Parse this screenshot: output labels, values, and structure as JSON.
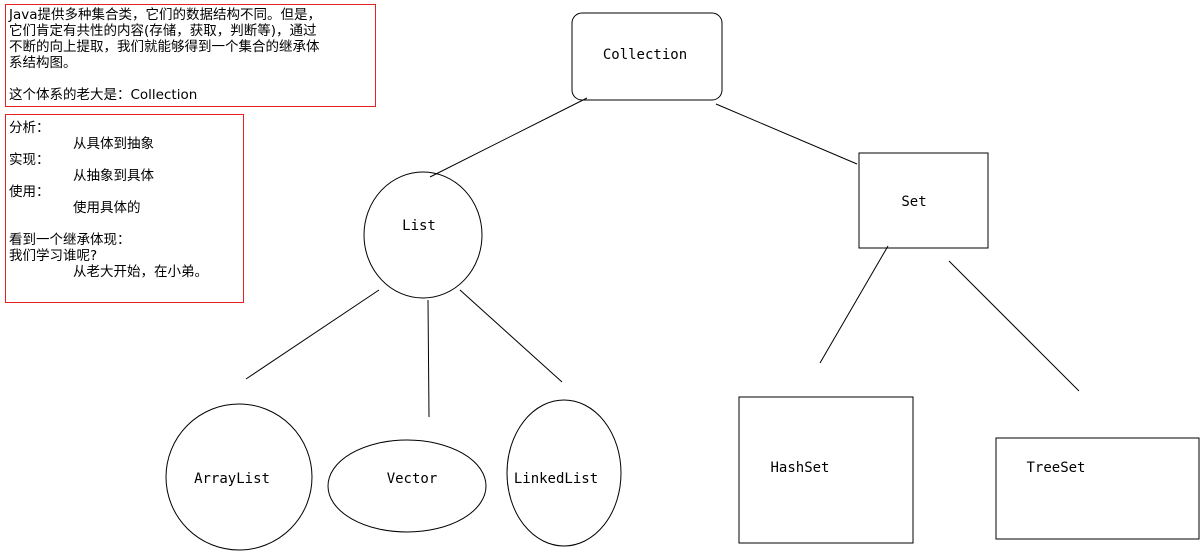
{
  "note_top": {
    "lines": [
      "Java提供多种集合类，它们的数据结构不同。但是，",
      "它们肯定有共性的内容(存储，获取，判断等)，通过",
      "不断的向上提取，我们就能够得到一个集合的继承体",
      "系结构图。",
      "",
      "这个体系的老大是：Collection"
    ]
  },
  "note_analysis": {
    "label_analysis": "分析：",
    "text_analysis": "从具体到抽象",
    "label_impl": "实现：",
    "text_impl": "从抽象到具体",
    "label_use": "使用：",
    "text_use": "使用具体的",
    "line_see": "看到一个继承体现：",
    "line_learn": "我们学习谁呢?",
    "line_answer": "从老大开始，在小弟。"
  },
  "nodes": {
    "collection": "Collection",
    "list": "List",
    "set": "Set",
    "arraylist": "ArrayList",
    "vector": "Vector",
    "linkedlist": "LinkedList",
    "hashset": "HashSet",
    "treeset": "TreeSet"
  }
}
